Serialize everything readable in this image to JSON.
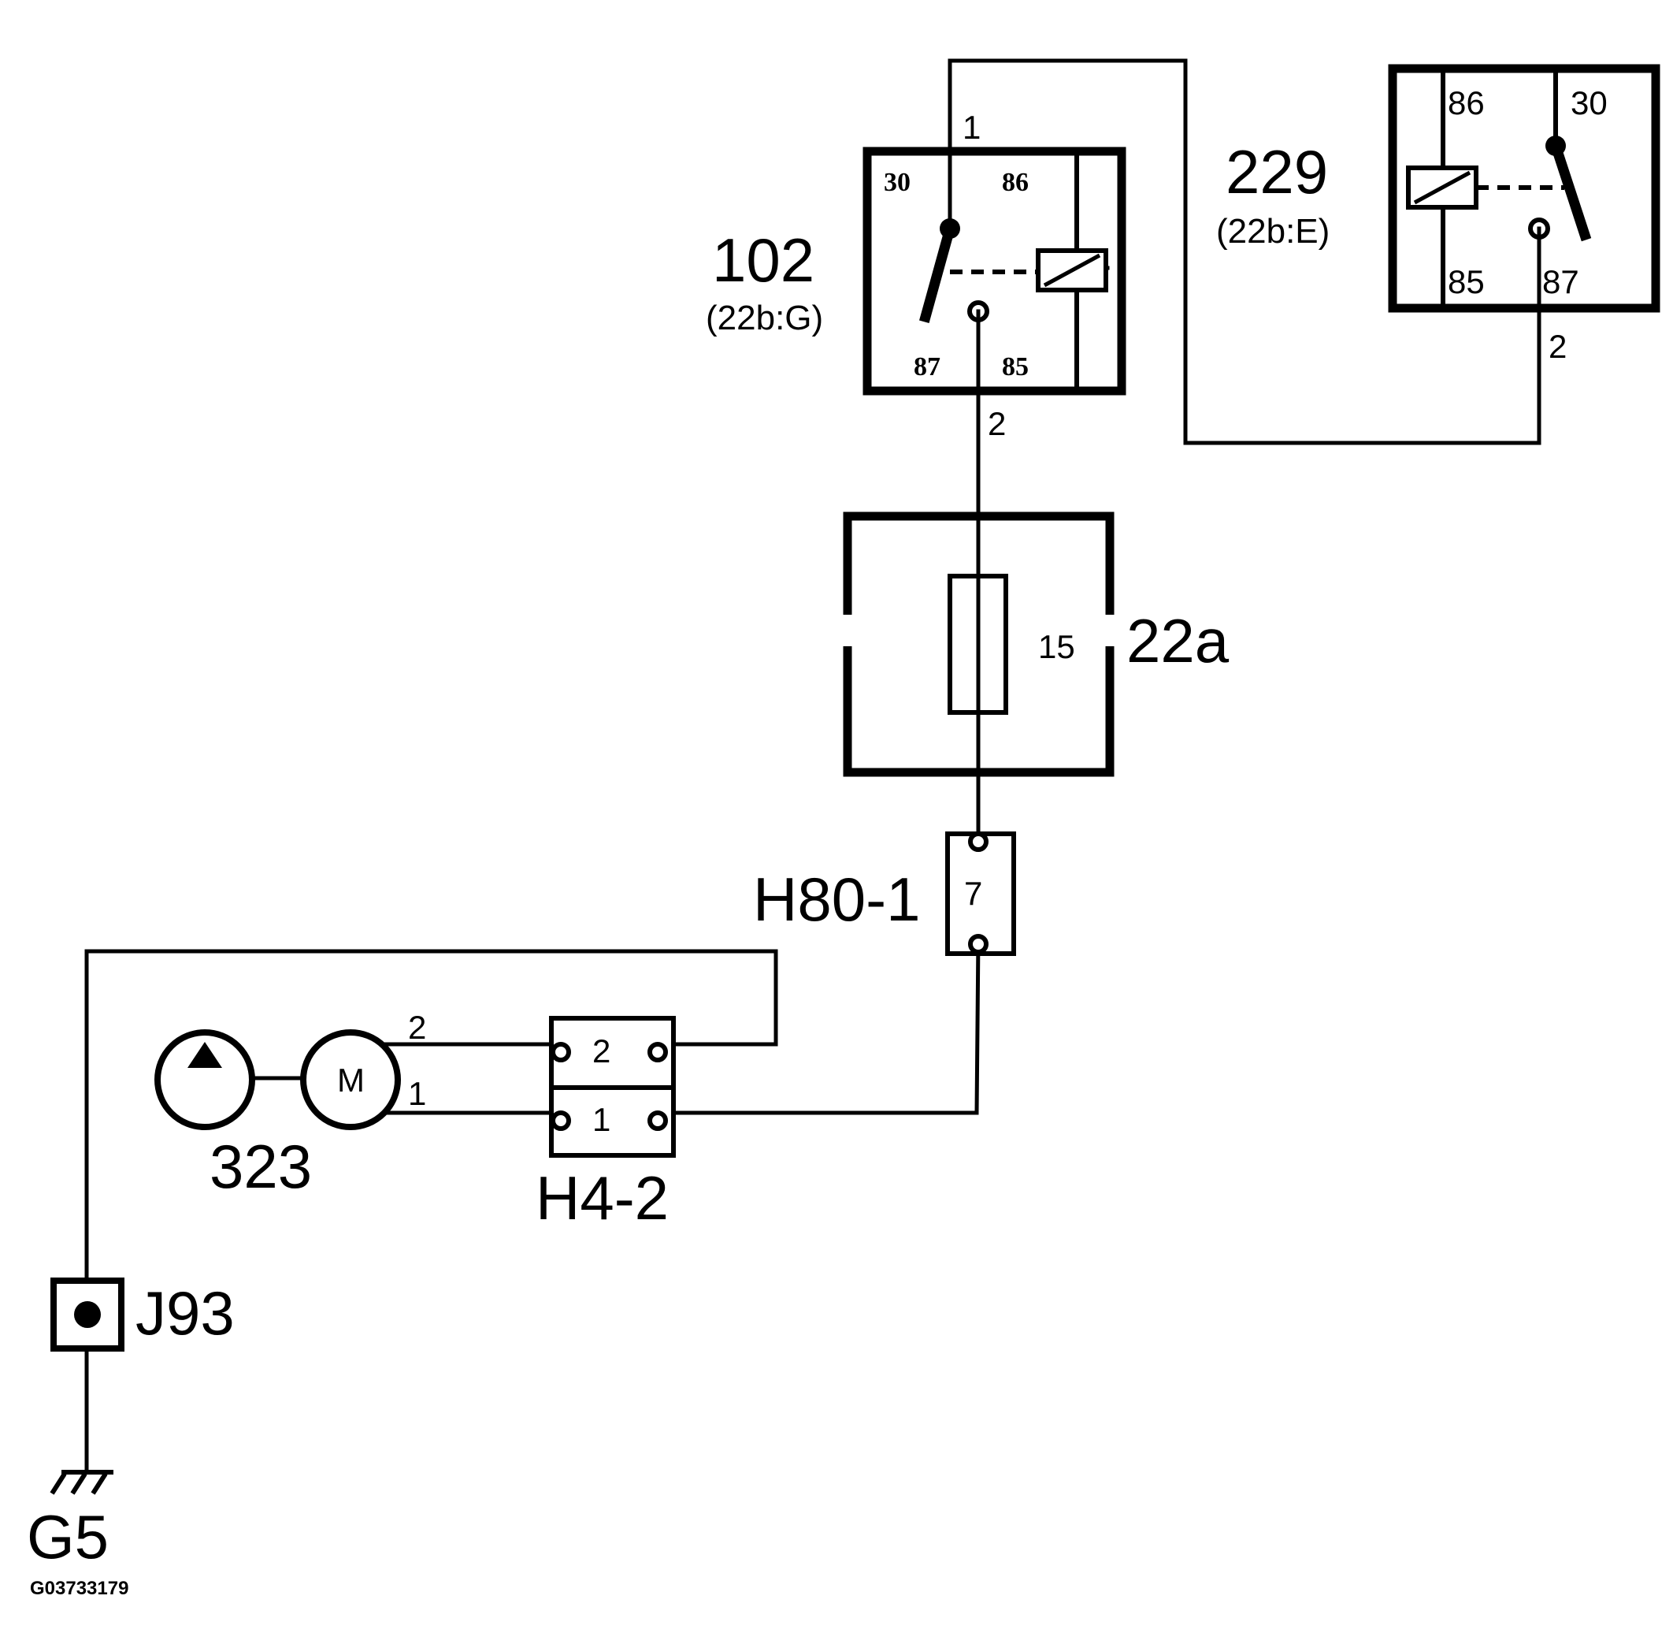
{
  "relay_102": {
    "label": "102",
    "ref": "(22b:G)",
    "pins": {
      "p30": "30",
      "p86": "86",
      "p87": "87",
      "p85": "85"
    },
    "wire_in": "1",
    "wire_out": "2"
  },
  "relay_229": {
    "label": "229",
    "ref": "(22b:E)",
    "pins": {
      "p86": "86",
      "p30": "30",
      "p85": "85",
      "p87": "87"
    },
    "wire_out": "2"
  },
  "fuse_box": {
    "label": "22a",
    "fuse_number": "15"
  },
  "connector_h80": {
    "label": "H80-1",
    "pin": "7"
  },
  "connector_h4": {
    "label": "H4-2",
    "pin_top": "2",
    "pin_bottom": "1"
  },
  "motor": {
    "label": "323",
    "symbol": "M",
    "wire_top": "2",
    "wire_bottom": "1"
  },
  "junction": {
    "label": "J93"
  },
  "ground": {
    "label": "G5"
  },
  "figure_id": "G03733179"
}
